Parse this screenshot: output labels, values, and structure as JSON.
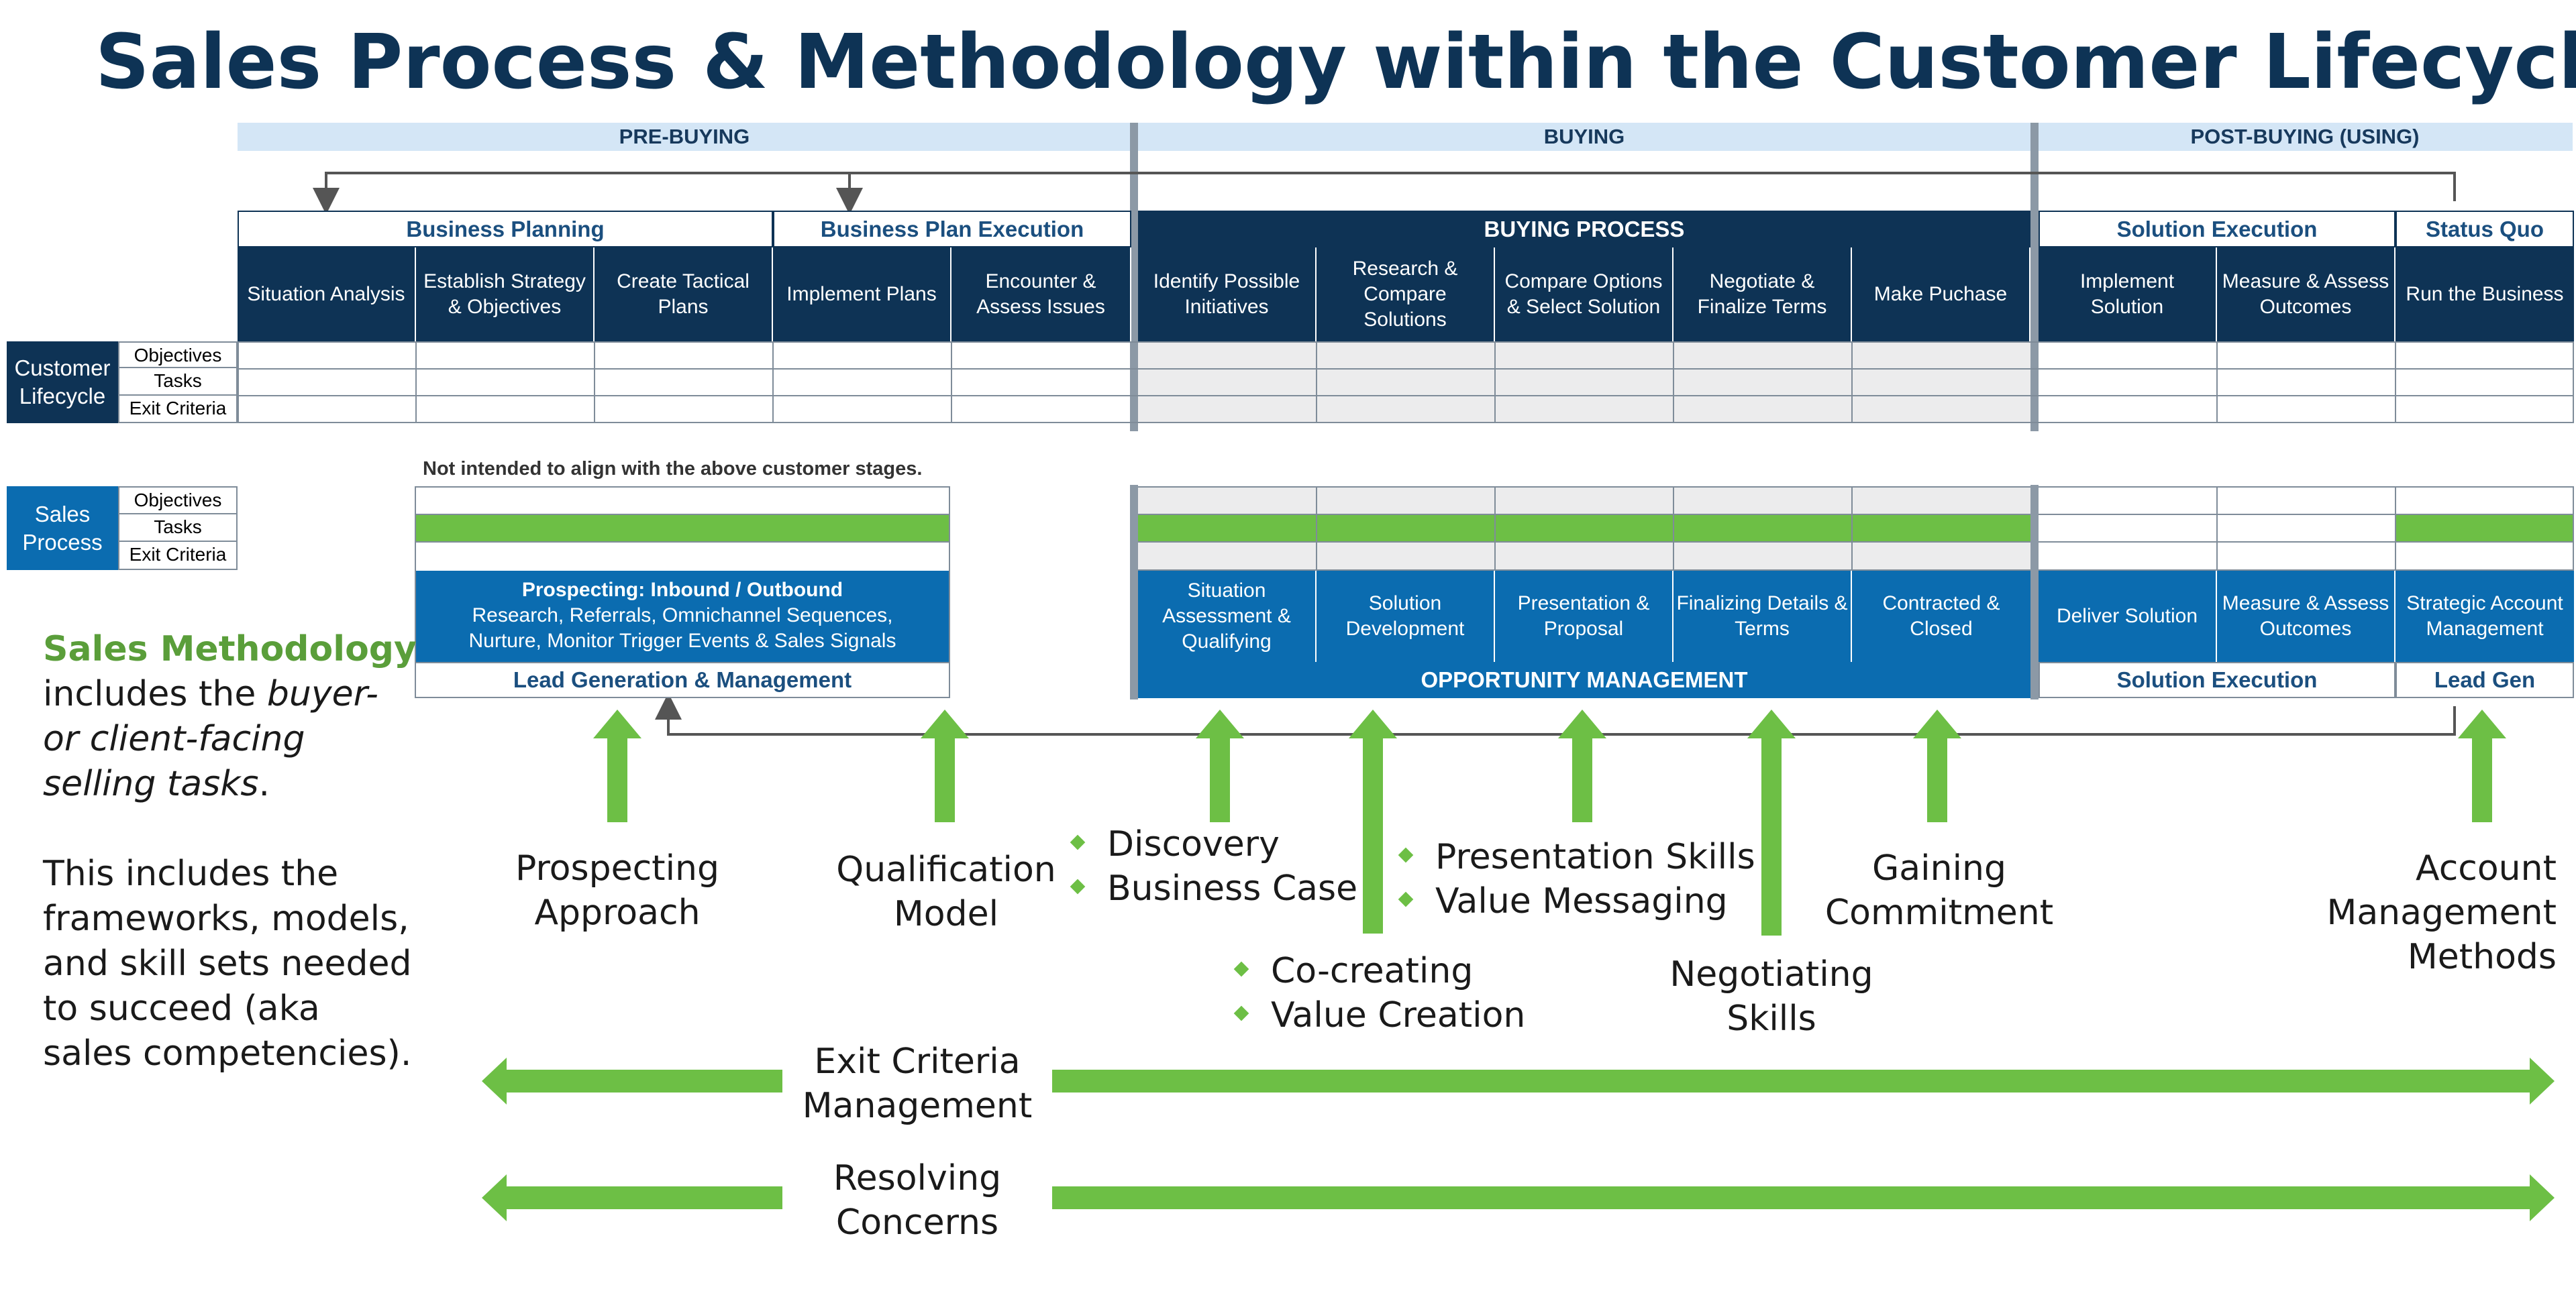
{
  "title": "Sales Process & Methodology within the Customer Lifecycle",
  "phases": [
    "PRE-BUYING",
    "BUYING",
    "POST-BUYING (USING)"
  ],
  "stage_groups": [
    "Business Planning",
    "Business Plan Execution",
    "BUYING PROCESS",
    "Solution Execution",
    "Status Quo"
  ],
  "customer_stages": [
    "Situation Analysis",
    "Establish Strategy & Objectives",
    "Create Tactical  Plans",
    "Implement Plans",
    "Encounter & Assess Issues",
    "Identify Possible Initiatives",
    "Research & Compare Solutions",
    "Compare Options & Select Solution",
    "Negotiate & Finalize Terms",
    "Make Puchase",
    "Implement Solution",
    "Measure & Assess Outcomes",
    "Run the Business"
  ],
  "customer_lifecycle_label": "Customer Lifecycle",
  "sales_process_label": "Sales Process",
  "row_labels": [
    "Objectives",
    "Tasks",
    "Exit Criteria"
  ],
  "note": "Not intended to align with the above customer stages.",
  "prospecting": {
    "title": "Prospecting: Inbound / Outbound",
    "line1": "Research, Referrals, Omnichannel Sequences,",
    "line2": "Nurture, Monitor Trigger Events & Sales Signals"
  },
  "sales_stages": [
    "Situation Assessment & Qualifying",
    "Solution Development",
    "Presentation & Proposal",
    "Finalizing Details & Terms",
    "Contracted & Closed",
    "Deliver Solution",
    "Measure & Assess Outcomes",
    "Strategic Account Management"
  ],
  "footers": [
    "Lead Generation & Management",
    "OPPORTUNITY MANAGEMENT",
    "Solution Execution",
    "Lead Gen"
  ],
  "methodology": {
    "prospecting": "Prospecting Approach",
    "qualification": "Qualification Model",
    "discovery_bullets": [
      "Discovery",
      "Business Case"
    ],
    "cocreating_bullets": [
      "Co-creating",
      "Value Creation"
    ],
    "presentation_bullets": [
      "Presentation Skills",
      "Value Messaging"
    ],
    "negotiating": "Negotiating Skills",
    "gaining": "Gaining Commitment",
    "account": "Account Management Methods",
    "exit": "Exit Criteria Management",
    "resolving": "Resolving Concerns"
  },
  "sidebar": {
    "heading": "Sales Methodology",
    "line1": " includes the ",
    "italic": "buyer- or client-facing selling tasks",
    "line2": ".",
    "para2": "This includes the frameworks, models, and skill sets needed to succeed (aka sales competencies)."
  },
  "colors": {
    "navy": "#0e3355",
    "blue": "#0b6cb0",
    "green": "#6dbf45",
    "phase_bg": "#d4e6f6"
  }
}
